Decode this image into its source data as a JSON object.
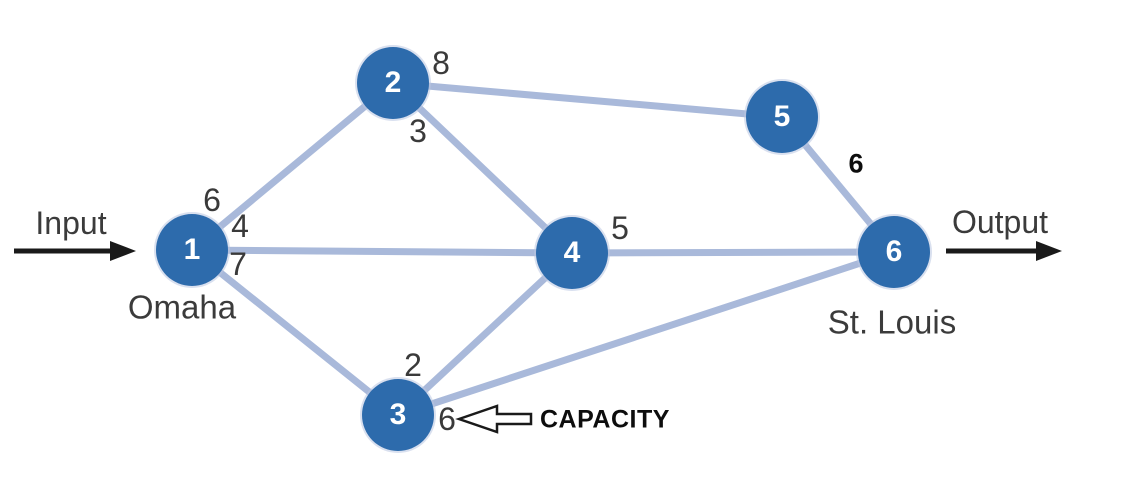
{
  "diagram": {
    "input_label": "Input",
    "output_label": "Output",
    "capacity_callout": "CAPACITY",
    "nodes": [
      {
        "id": "1",
        "city": "Omaha"
      },
      {
        "id": "2",
        "city": ""
      },
      {
        "id": "3",
        "city": ""
      },
      {
        "id": "4",
        "city": ""
      },
      {
        "id": "5",
        "city": ""
      },
      {
        "id": "6",
        "city": "St. Louis"
      }
    ],
    "edges": [
      {
        "from": "1",
        "to": "2",
        "capacity": "6"
      },
      {
        "from": "1",
        "to": "4",
        "capacity": "4"
      },
      {
        "from": "1",
        "to": "3",
        "capacity": "7"
      },
      {
        "from": "2",
        "to": "5",
        "capacity": "8"
      },
      {
        "from": "2",
        "to": "4",
        "capacity": "3"
      },
      {
        "from": "4",
        "to": "6",
        "capacity": "5"
      },
      {
        "from": "5",
        "to": "6",
        "capacity": "6"
      },
      {
        "from": "3",
        "to": "4",
        "capacity": "2"
      },
      {
        "from": "3",
        "to": "6",
        "capacity": "6"
      }
    ]
  }
}
